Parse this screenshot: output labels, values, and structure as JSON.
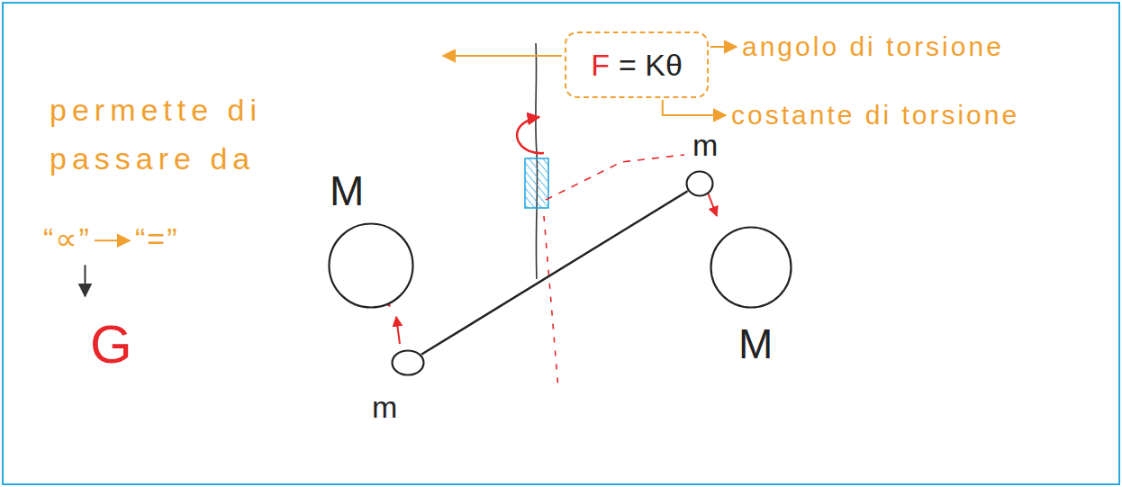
{
  "diagram": {
    "nodes": [
      {
        "text": [
          "F",
          "= Kθ"
        ]
      },
      {
        "text": [
          "m"
        ]
      },
      {
        "text": [
          "M"
        ]
      },
      {
        "text": [
          "M"
        ]
      },
      {
        "text": [
          "m"
        ]
      }
    ],
    "edges": [
      {
        "from": 1,
        "to": 4,
        "arrow": "none"
      }
    ],
    "labels": [
      "permette di passare da",
      "“∝”",
      "“=”",
      "G",
      "angolo di torsione",
      "costante di torsione"
    ]
  }
}
